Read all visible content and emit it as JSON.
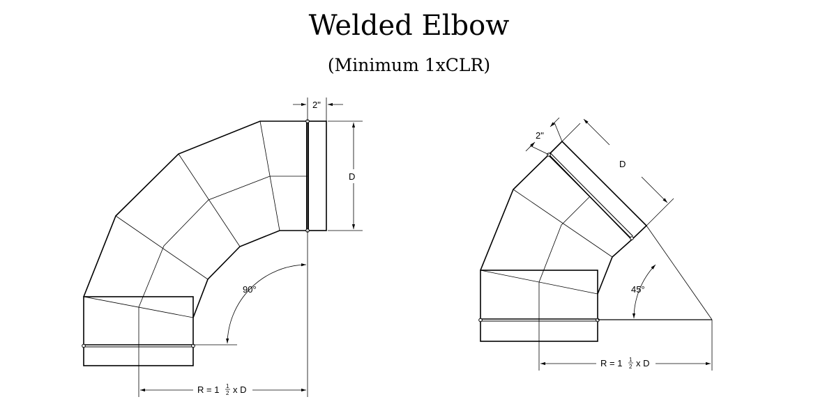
{
  "title": "Welded Elbow",
  "subtitle": "(Minimum 1xCLR)",
  "elbow_90": {
    "angle_label": "90°",
    "width_label": "2\"",
    "diameter_label": "D",
    "radius_label_prefix": "R = 1",
    "radius_frac_num": "1",
    "radius_frac_den": "2",
    "radius_label_suffix": "x D"
  },
  "elbow_45": {
    "angle_label": "45°",
    "width_label": "2\"",
    "diameter_label": "D",
    "radius_label_prefix": "R = 1",
    "radius_frac_num": "1",
    "radius_frac_den": "2",
    "radius_label_suffix": "x D"
  },
  "colors": {
    "line": "#000000",
    "thin": "#333333",
    "background": "#ffffff"
  }
}
